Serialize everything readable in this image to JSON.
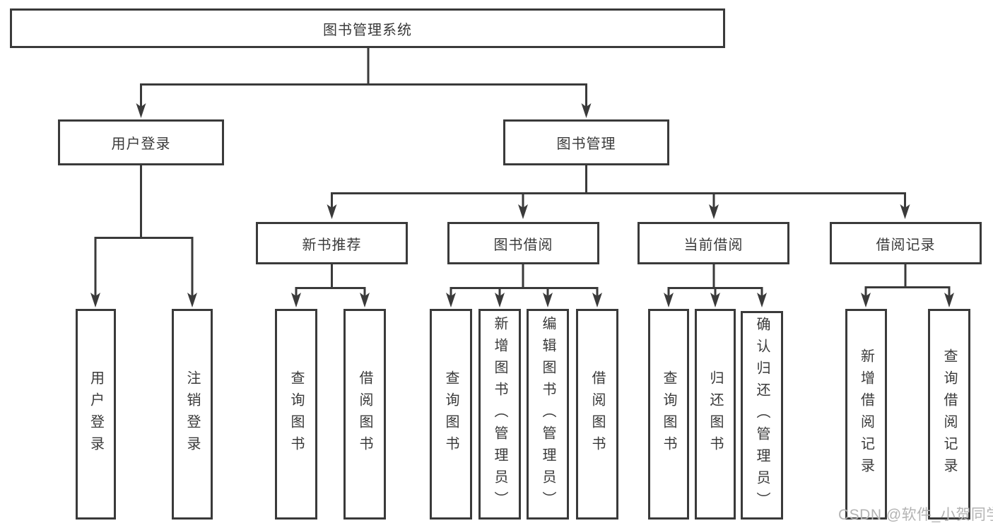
{
  "diagram": {
    "type": "hierarchy-tree",
    "colors": {
      "line": "#3a3a3a",
      "text": "#3a3a3a",
      "box_fill": "#ffffff",
      "background": "#ffffff",
      "watermark": "#b3b3b3"
    },
    "nodes": {
      "root": "图书管理系统",
      "user_login": "用户登录",
      "book_mgmt": "图书管理",
      "new_book_rec": "新书推荐",
      "book_borrow": "图书借阅",
      "current_borrow": "当前借阅",
      "borrow_record": "借阅记录",
      "leaf_user_login": "用户登录",
      "leaf_logout": "注销登录",
      "leaf_query_book_a": "查询图书",
      "leaf_borrow_book_a": "借阅图书",
      "leaf_query_book_b": "查询图书",
      "leaf_add_book": "新增图书（管理员）",
      "leaf_edit_book": "编辑图书（管理员）",
      "leaf_borrow_book_b": "借阅图书",
      "leaf_query_book_c": "查询图书",
      "leaf_return_book": "归还图书",
      "leaf_confirm_return": "确认归还（管理员）",
      "leaf_add_record": "新增借阅记录",
      "leaf_query_record": "查询借阅记录"
    },
    "edges": [
      "root->user_login",
      "root->book_mgmt",
      "user_login->leaf_user_login",
      "user_login->leaf_logout",
      "book_mgmt->new_book_rec",
      "book_mgmt->book_borrow",
      "book_mgmt->current_borrow",
      "book_mgmt->borrow_record",
      "new_book_rec->leaf_query_book_a",
      "new_book_rec->leaf_borrow_book_a",
      "book_borrow->leaf_query_book_b",
      "book_borrow->leaf_add_book",
      "book_borrow->leaf_edit_book",
      "book_borrow->leaf_borrow_book_b",
      "current_borrow->leaf_query_book_c",
      "current_borrow->leaf_return_book",
      "current_borrow->leaf_confirm_return",
      "borrow_record->leaf_add_record",
      "borrow_record->leaf_query_record"
    ],
    "watermark": "CSDN @软件_小贺同学"
  }
}
